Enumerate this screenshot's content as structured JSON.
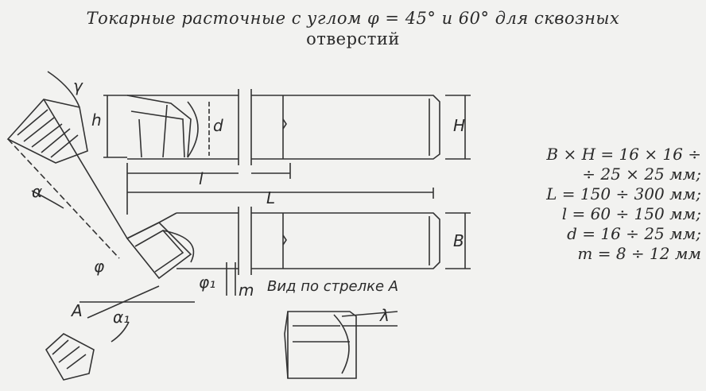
{
  "title": {
    "line1": "Токарные расточные с углом φ = 45° и 60° для сквозных",
    "line2": "отверстий"
  },
  "specs": [
    "B × H = 16 × 16 ÷",
    "÷ 25 × 25 мм;",
    "L = 150 ÷ 300 мм;",
    "l = 60 ÷ 150 мм;",
    "d = 16 ÷ 25 мм;",
    "m = 8 ÷ 12 мм"
  ],
  "view_label": "Вид по стрелке А",
  "dimension_labels": {
    "h": "h",
    "d": "d",
    "H": "H",
    "l": "l",
    "L": "L",
    "B": "B",
    "gamma": "γ",
    "alpha": "α",
    "phi": "φ",
    "phi1": "φ₁",
    "m": "m",
    "A": "A",
    "alpha1": "α₁",
    "lambda": "λ"
  }
}
